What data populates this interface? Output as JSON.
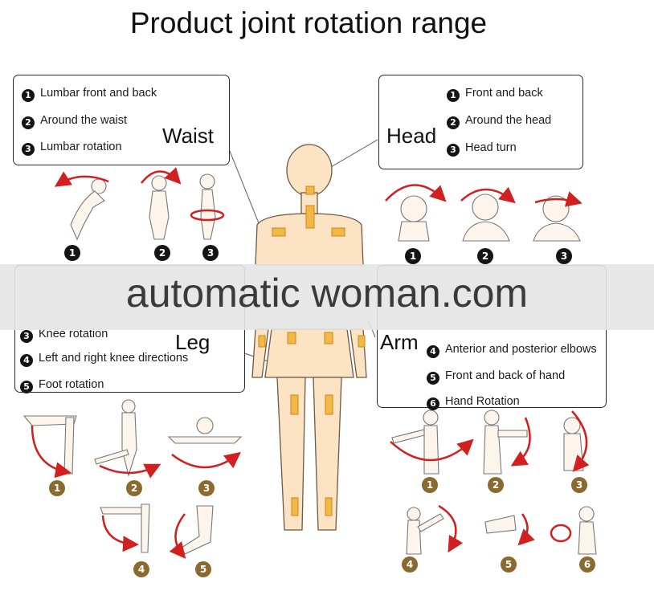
{
  "title": "Product joint rotation range",
  "watermark": "automatic woman.com",
  "waist": {
    "heading": "Waist",
    "items": [
      {
        "n": "1",
        "label": "Lumbar front and back"
      },
      {
        "n": "2",
        "label": "Around the waist"
      },
      {
        "n": "3",
        "label": "Lumbar rotation"
      }
    ],
    "pose_numbers": [
      "1",
      "2",
      "3"
    ]
  },
  "head": {
    "heading": "Head",
    "items": [
      {
        "n": "1",
        "label": "Front and back"
      },
      {
        "n": "2",
        "label": "Around the head"
      },
      {
        "n": "3",
        "label": "Head turn"
      }
    ],
    "pose_numbers": [
      "1",
      "2",
      "3"
    ]
  },
  "leg": {
    "heading": "Leg",
    "items": [
      {
        "n": "3",
        "label": "Knee rotation"
      },
      {
        "n": "4",
        "label": "Left and right knee directions"
      },
      {
        "n": "5",
        "label": "Foot rotation"
      }
    ],
    "pose_numbers": [
      "1",
      "2",
      "3",
      "4",
      "5"
    ]
  },
  "arm": {
    "heading": "Arm",
    "items": [
      {
        "n": "4",
        "label": "Anterior and posterior elbows"
      },
      {
        "n": "5",
        "label": "Front and back of hand"
      },
      {
        "n": "6",
        "label": "Hand Rotation"
      }
    ],
    "pose_numbers": [
      "1",
      "2",
      "3",
      "4",
      "5",
      "6"
    ]
  },
  "colors": {
    "accent_arrow": "#d21f1f",
    "joint_marker": "#f2b744",
    "figure_skin": "#fbe3c3",
    "number_badge_brown": "#8a6a2e",
    "number_badge_black": "#151515"
  }
}
